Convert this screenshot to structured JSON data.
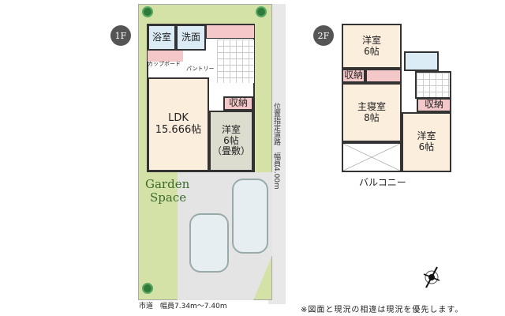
{
  "floor1": {
    "badge": "1F",
    "rooms": {
      "bath": "浴室",
      "washroom": "洗面",
      "cupboard": "カップボード",
      "pantry": "パントリー",
      "ldk_name": "LDK",
      "ldk_size": "15.666帖",
      "storage": "収納",
      "western_name": "洋室",
      "western_size": "6帖",
      "western_note": "（畳敷）"
    },
    "garden_line1": "Garden",
    "garden_line2": "Space",
    "side_road": "位置指定道路　幅員4.00m",
    "front_road": "市道　幅員7.34m～7.40m"
  },
  "floor2": {
    "badge": "2F",
    "rooms": {
      "western1_name": "洋室",
      "western1_size": "6帖",
      "storage1": "収納",
      "master_name": "主寝室",
      "master_size": "8帖",
      "storage2": "収納",
      "western2_name": "洋室",
      "western2_size": "6帖"
    },
    "balcony": "バルコニー"
  },
  "note": "※図面と現況の相違は現況を優先します。",
  "colors": {
    "garden": "#d4e2a8",
    "room": "#fbeedd",
    "wet": "#dcecf6",
    "storage": "#f4c7c9",
    "tatami": "#dcdccf",
    "road": "#e4e4e4"
  },
  "icons": [
    "tree-icon",
    "car-icon",
    "compass-icon"
  ]
}
